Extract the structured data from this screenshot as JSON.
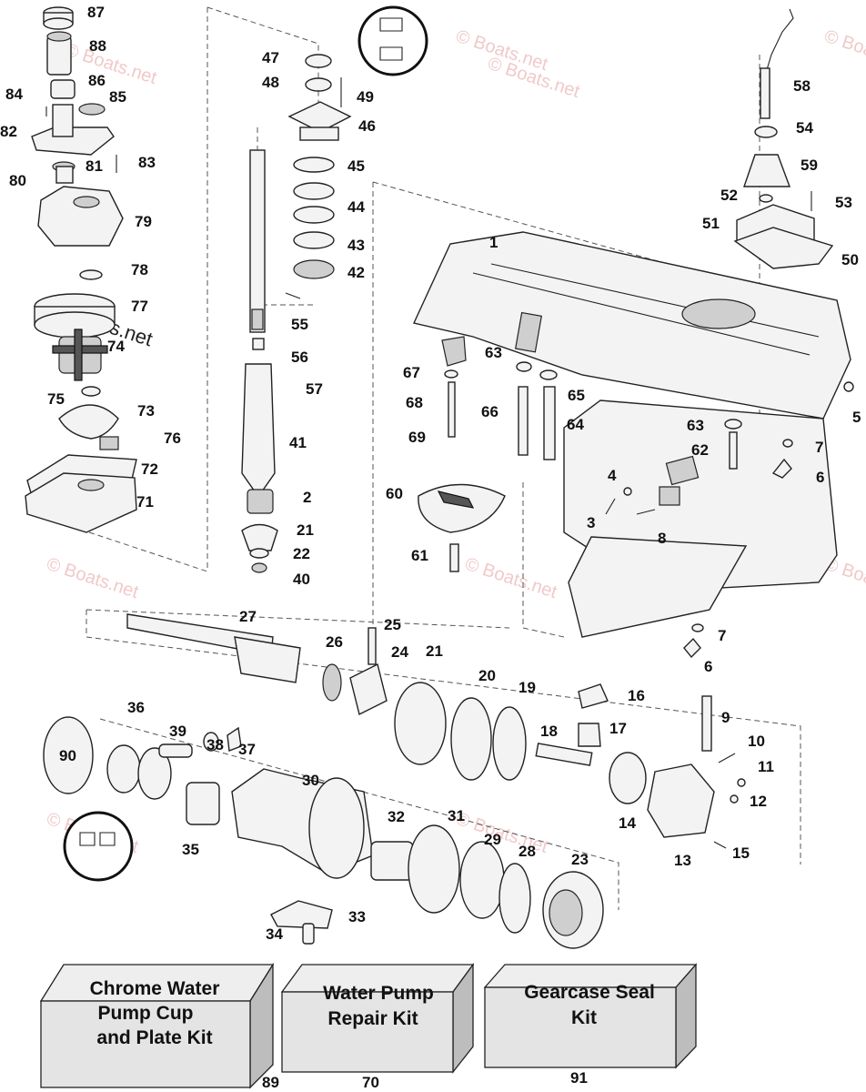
{
  "watermark": {
    "text": "© Boats.net",
    "color": "#f1c9c9"
  },
  "callouts": [
    {
      "id": "87",
      "label": "87"
    },
    {
      "id": "88",
      "label": "88"
    },
    {
      "id": "86",
      "label": "86"
    },
    {
      "id": "84",
      "label": "84"
    },
    {
      "id": "85",
      "label": "85"
    },
    {
      "id": "82",
      "label": "82"
    },
    {
      "id": "81",
      "label": "81"
    },
    {
      "id": "83",
      "label": "83"
    },
    {
      "id": "80",
      "label": "80"
    },
    {
      "id": "79",
      "label": "79"
    },
    {
      "id": "78",
      "label": "78"
    },
    {
      "id": "77",
      "label": "77"
    },
    {
      "id": "74",
      "label": "74"
    },
    {
      "id": "75",
      "label": "75"
    },
    {
      "id": "73",
      "label": "73"
    },
    {
      "id": "76",
      "label": "76"
    },
    {
      "id": "72",
      "label": "72"
    },
    {
      "id": "71",
      "label": "71"
    },
    {
      "id": "47",
      "label": "47"
    },
    {
      "id": "48",
      "label": "48"
    },
    {
      "id": "49",
      "label": "49"
    },
    {
      "id": "46",
      "label": "46"
    },
    {
      "id": "45",
      "label": "45"
    },
    {
      "id": "44",
      "label": "44"
    },
    {
      "id": "43",
      "label": "43"
    },
    {
      "id": "42",
      "label": "42"
    },
    {
      "id": "55",
      "label": "55"
    },
    {
      "id": "56",
      "label": "56"
    },
    {
      "id": "57",
      "label": "57"
    },
    {
      "id": "41",
      "label": "41"
    },
    {
      "id": "2",
      "label": "2"
    },
    {
      "id": "21a",
      "label": "21"
    },
    {
      "id": "22",
      "label": "22"
    },
    {
      "id": "40",
      "label": "40"
    },
    {
      "id": "58",
      "label": "58"
    },
    {
      "id": "54",
      "label": "54"
    },
    {
      "id": "59",
      "label": "59"
    },
    {
      "id": "52",
      "label": "52"
    },
    {
      "id": "53",
      "label": "53"
    },
    {
      "id": "51",
      "label": "51"
    },
    {
      "id": "50",
      "label": "50"
    },
    {
      "id": "1",
      "label": "1"
    },
    {
      "id": "5",
      "label": "5"
    },
    {
      "id": "67",
      "label": "67"
    },
    {
      "id": "63a",
      "label": "63"
    },
    {
      "id": "65",
      "label": "65"
    },
    {
      "id": "68",
      "label": "68"
    },
    {
      "id": "66",
      "label": "66"
    },
    {
      "id": "64",
      "label": "64"
    },
    {
      "id": "69",
      "label": "69"
    },
    {
      "id": "63b",
      "label": "63"
    },
    {
      "id": "7a",
      "label": "7"
    },
    {
      "id": "62",
      "label": "62"
    },
    {
      "id": "6a",
      "label": "6"
    },
    {
      "id": "4",
      "label": "4"
    },
    {
      "id": "60",
      "label": "60"
    },
    {
      "id": "3",
      "label": "3"
    },
    {
      "id": "8",
      "label": "8"
    },
    {
      "id": "61",
      "label": "61"
    },
    {
      "id": "27",
      "label": "27"
    },
    {
      "id": "25",
      "label": "25"
    },
    {
      "id": "26",
      "label": "26"
    },
    {
      "id": "24",
      "label": "24"
    },
    {
      "id": "21b",
      "label": "21"
    },
    {
      "id": "20",
      "label": "20"
    },
    {
      "id": "19",
      "label": "19"
    },
    {
      "id": "16",
      "label": "16"
    },
    {
      "id": "7b",
      "label": "7"
    },
    {
      "id": "6b",
      "label": "6"
    },
    {
      "id": "9",
      "label": "9"
    },
    {
      "id": "18",
      "label": "18"
    },
    {
      "id": "17",
      "label": "17"
    },
    {
      "id": "10",
      "label": "10"
    },
    {
      "id": "11",
      "label": "11"
    },
    {
      "id": "12",
      "label": "12"
    },
    {
      "id": "14",
      "label": "14"
    },
    {
      "id": "13",
      "label": "13"
    },
    {
      "id": "15",
      "label": "15"
    },
    {
      "id": "90",
      "label": "90"
    },
    {
      "id": "36",
      "label": "36"
    },
    {
      "id": "39",
      "label": "39"
    },
    {
      "id": "38",
      "label": "38"
    },
    {
      "id": "37",
      "label": "37"
    },
    {
      "id": "30",
      "label": "30"
    },
    {
      "id": "35",
      "label": "35"
    },
    {
      "id": "32",
      "label": "32"
    },
    {
      "id": "31",
      "label": "31"
    },
    {
      "id": "29",
      "label": "29"
    },
    {
      "id": "28",
      "label": "28"
    },
    {
      "id": "23",
      "label": "23"
    },
    {
      "id": "33",
      "label": "33"
    },
    {
      "id": "34",
      "label": "34"
    }
  ],
  "kits": [
    {
      "id": "89",
      "number": "89",
      "lines": [
        "Chrome Water",
        "Pump Cup",
        "and Plate Kit"
      ]
    },
    {
      "id": "70",
      "number": "70",
      "lines": [
        "Water Pump",
        "Repair Kit"
      ]
    },
    {
      "id": "91",
      "number": "91",
      "lines": [
        "Gearcase Seal",
        "Kit"
      ]
    }
  ]
}
